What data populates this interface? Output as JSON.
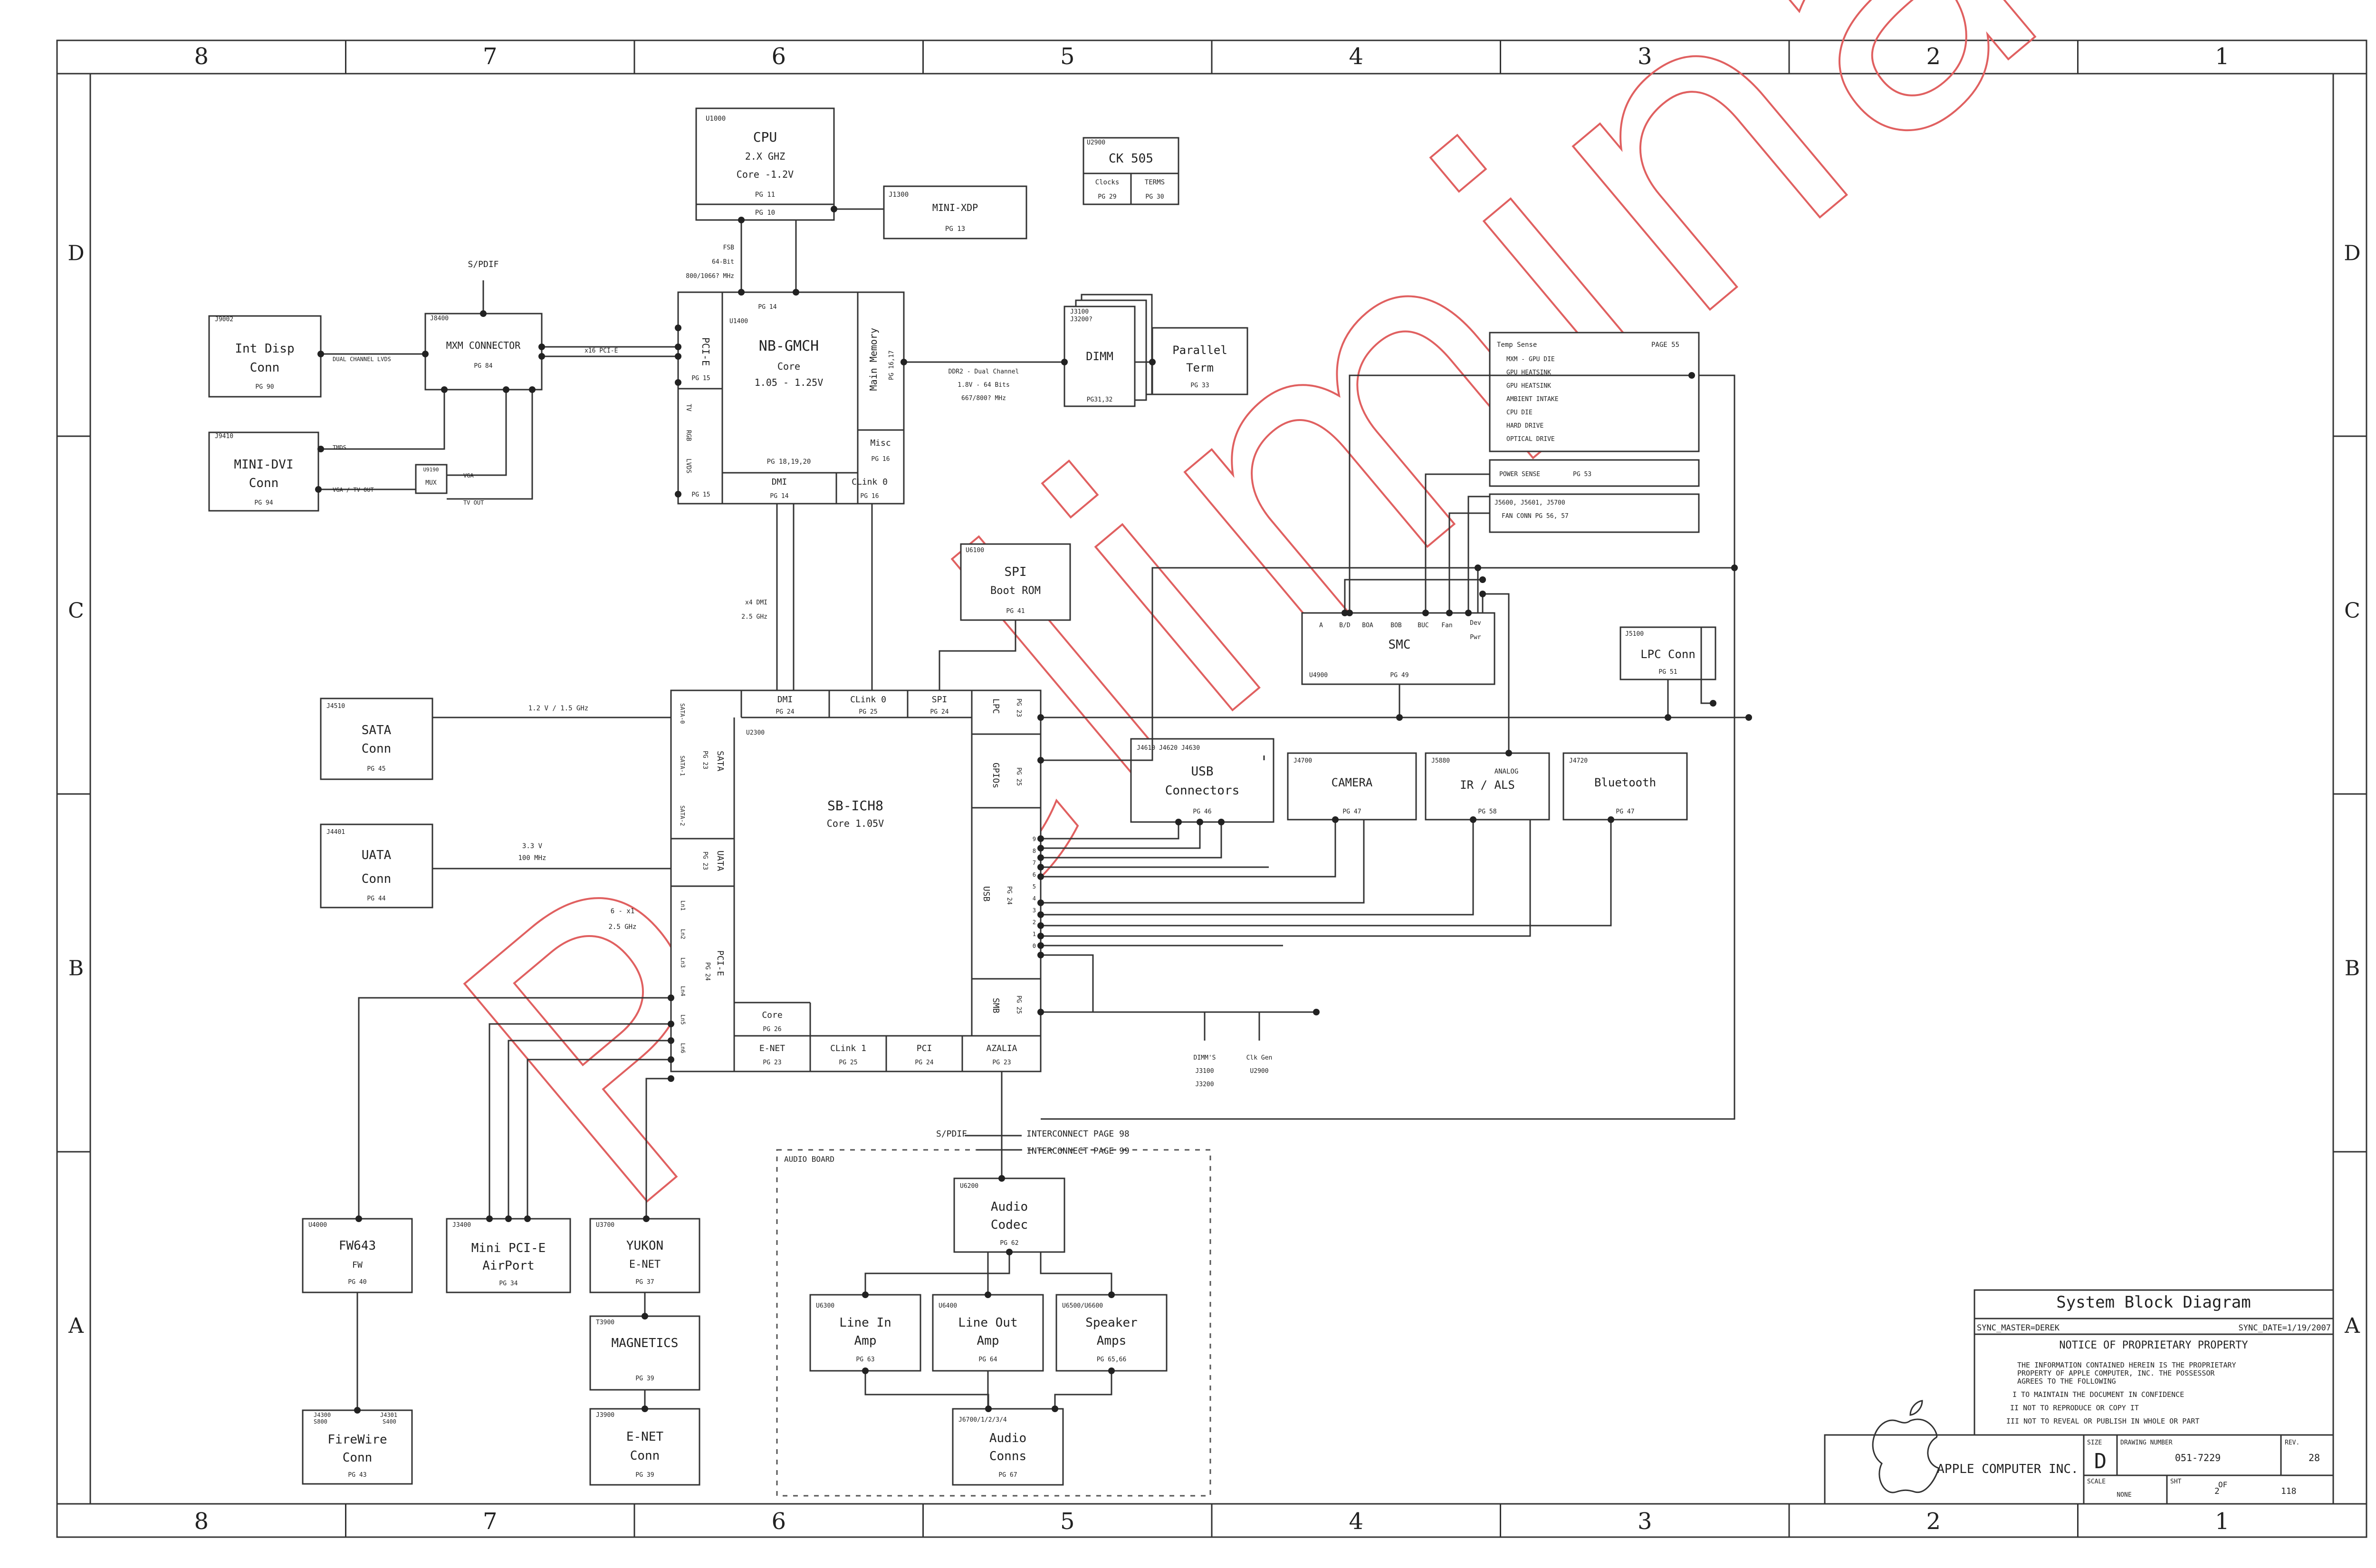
{
  "title": "System Block Diagram",
  "zones": {
    "cols": [
      "8",
      "7",
      "6",
      "5",
      "4",
      "3",
      "2",
      "1"
    ],
    "rows": [
      "D",
      "C",
      "B",
      "A"
    ]
  },
  "watermark": "Preliminary",
  "blocks": {
    "cpu": {
      "ref": "U1000",
      "title": "CPU",
      "line1": "2.X GHZ",
      "line2": "Core -1.2V",
      "pg": "PG 11",
      "pg2": "PG 10"
    },
    "minixdp": {
      "ref": "J1300",
      "title": "MINI-XDP",
      "pg": "PG 13"
    },
    "ck505": {
      "ref": "U2900",
      "title": "CK 505",
      "clocks": "Clocks",
      "terms": "TERMS",
      "pg1": "PG 29",
      "pg2": "PG 30"
    },
    "intdisp": {
      "ref": "J9002",
      "title": "Int Disp",
      "sub": "Conn",
      "pg": "PG 90"
    },
    "minidvi": {
      "ref": "J9410",
      "title": "MINI-DVI",
      "sub": "Conn",
      "pg": "PG 94"
    },
    "mxm": {
      "ref": "J8400",
      "title": "MXM CONNECTOR",
      "pg": "PG 84"
    },
    "mux": {
      "ref": "U9190",
      "title": "MUX"
    },
    "nb": {
      "ref": "U1400",
      "title": "NB-GMCH",
      "line1": "Core",
      "line2": "1.05 - 1.25V",
      "pci": "PCI-E",
      "pci_pg": "PG 15",
      "tv": "TV",
      "rgb": "RGB",
      "lvds": "LVDS",
      "lvds_pg": "PG 15",
      "pgs": "PG 18,19,20",
      "mainmem": "Main Memory",
      "mainmem_pg": "PG 16,17",
      "misc": "Misc",
      "misc_pg": "PG 16",
      "dmi": "DMI",
      "dmi_pg": "PG 14",
      "clink": "CLink 0",
      "clink_pg": "PG 16",
      "top_pg": "PG 14"
    },
    "dimm": {
      "ref": "J3100",
      "ref2": "J3200?",
      "title": "DIMM",
      "pg": "PG31,32"
    },
    "parallel": {
      "title": "Parallel",
      "sub": "Term",
      "pg": "PG 33"
    },
    "tempsense": {
      "title": "Temp Sense",
      "page": "PAGE 55",
      "items": [
        "MXM - GPU DIE",
        "GPU HEATSINK",
        "GPU HEATSINK",
        "AMBIENT INTAKE",
        "CPU DIE",
        "HARD DRIVE",
        "OPTICAL DRIVE"
      ]
    },
    "powersense": {
      "title": "POWER SENSE",
      "pg": "PG 53"
    },
    "fanconn": {
      "line1": "J5600, J5601, J5700",
      "line2": "FAN CONN PG 56, 57"
    },
    "spiboot": {
      "ref": "U6100",
      "title": "SPI",
      "sub": "Boot ROM",
      "pg": "PG 41"
    },
    "smc": {
      "ref": "U4900",
      "title": "SMC",
      "pg": "PG 49",
      "pins": [
        "A",
        "B/D",
        "BOA",
        "BOB",
        "BUC",
        "Fan",
        "Dev",
        "Pwr"
      ]
    },
    "lpcconn": {
      "ref": "J5100",
      "title": "LPC Conn",
      "pg": "PG 51"
    },
    "sata": {
      "ref": "J4510",
      "title": "SATA",
      "sub": "Conn",
      "pg": "PG 45"
    },
    "uata": {
      "ref": "J4401",
      "title": "UATA",
      "sub": "Conn",
      "pg": "PG 44"
    },
    "sb": {
      "ref": "U2300",
      "title": "SB-ICH8",
      "line1": "Core 1.05V",
      "dmi": "DMI",
      "dmi_pg": "PG 24",
      "clink0": "CLink 0",
      "clink0_pg": "PG 25",
      "spi": "SPI",
      "spi_pg": "PG 24",
      "lpc": "LPC",
      "lpc_pg": "PG 23",
      "gpios": "GPIOs",
      "gpios_pg": "PG 25",
      "usb": "USB",
      "usb_pg": "PG 24",
      "smb": "SMB",
      "smb_pg": "PG 25",
      "sata": "SATA",
      "sata_pg": "PG 23",
      "sata0": "SATA-0",
      "sata1": "SATA-1",
      "sata2": "SATA-2",
      "uata": "UATA",
      "uata_pg": "PG 23",
      "pcie": "PCI-E",
      "pcie_pg": "PG 24",
      "lanes": [
        "Ln1",
        "Ln2",
        "Ln3",
        "Ln4",
        "Ln5",
        "Ln6"
      ],
      "core": "Core",
      "core_pg": "PG 26",
      "enet": "E-NET",
      "enet_pg": "PG 23",
      "clink1": "CLink 1",
      "clink1_pg": "PG 25",
      "pci": "PCI",
      "pci_pg": "PG 24",
      "azalia": "AZALIA",
      "azalia_pg": "PG 23"
    },
    "usbconn": {
      "refs": "J4610  J4620  J4630",
      "title": "USB",
      "sub": "Connectors",
      "pg": "PG 46"
    },
    "camera": {
      "ref": "J4700",
      "title": "CAMERA",
      "pg": "PG 47"
    },
    "irals": {
      "ref": "J5880",
      "title": "IR / ALS",
      "analog": "ANALOG",
      "pg": "PG 58"
    },
    "bluetooth": {
      "ref": "J4720",
      "title": "Bluetooth",
      "pg": "PG 47"
    },
    "fw643": {
      "ref": "U4000",
      "title": "FW643",
      "sub": "FW",
      "pg": "PG 40"
    },
    "minipcie": {
      "ref": "J3400",
      "title": "Mini PCI-E",
      "sub": "AirPort",
      "pg": "PG 34"
    },
    "yukon": {
      "ref": "U3700",
      "title": "YUKON",
      "sub": "E-NET",
      "pg": "PG 37"
    },
    "magnetics": {
      "ref": "T3900",
      "title": "MAGNETICS",
      "pg": "PG 39"
    },
    "enetconn": {
      "ref": "J3900",
      "title": "E-NET",
      "sub": "Conn",
      "pg": "PG 39"
    },
    "firewire": {
      "ref": "J4300",
      "ref2": "J4301",
      "ref3": "S800",
      "ref4": "S400",
      "title": "FireWire",
      "sub": "Conn",
      "pg": "PG 43"
    },
    "codec": {
      "ref": "U6200",
      "title": "Audio",
      "sub": "Codec",
      "pg": "PG 62"
    },
    "linein": {
      "ref": "U6300",
      "title": "Line In",
      "sub": "Amp",
      "pg": "PG 63"
    },
    "lineout": {
      "ref": "U6400",
      "title": "Line Out",
      "sub": "Amp",
      "pg": "PG 64"
    },
    "speaker": {
      "ref": "U6500/U6600",
      "title": "Speaker",
      "sub": "Amps",
      "pg": "PG 65,66"
    },
    "audioconns": {
      "ref": "J6700/1/2/3/4",
      "title": "Audio",
      "sub": "Conns",
      "pg": "PG 67"
    }
  },
  "labels": {
    "fsb1": "FSB",
    "fsb2": "64-Bit",
    "fsb3": "800/1066? MHz",
    "spdif": "S/PDIF",
    "dual_lvds": "DUAL CHANNEL LVDS",
    "x16": "x16 PCI-E",
    "tmds": "TMDS",
    "vga": "VGA",
    "vga_tv": "VGA / TV OUT",
    "tv_out": "TV OUT",
    "ddr1": "DDR2 - Dual Channel",
    "ddr2": "1.8V - 64 Bits",
    "ddr3": "667/800? MHz",
    "x4dmi": "x4 DMI",
    "x4dmi2": "2.5 GHz",
    "sata_speed": "1.2 V / 1.5 GHz",
    "uata1": "3.3 V",
    "uata2": "100 MHz",
    "pcie1": "6 - x1",
    "pcie2": "2.5 GHz",
    "dimms": "DIMM'S",
    "dimms2": "J3100",
    "dimms3": "J3200",
    "clkgen": "Clk Gen",
    "clkgen2": "U2900",
    "spdif2": "S/PDIF",
    "ic98": "INTERCONNECT PAGE 98",
    "ic99": "INTERCONNECT PAGE 99",
    "audioboard": "AUDIO BOARD",
    "usbnums": [
      "0",
      "1",
      "2",
      "3",
      "4",
      "5",
      "6",
      "7",
      "8",
      "9"
    ]
  },
  "titleblock": {
    "title": "System Block Diagram",
    "sync_master": "SYNC_MASTER=DEREK",
    "sync_date": "SYNC_DATE=1/19/2007",
    "notice": "NOTICE OF PROPRIETARY PROPERTY",
    "para1": "THE INFORMATION CONTAINED HEREIN IS THE PROPRIETARY",
    "para2": "PROPERTY OF APPLE COMPUTER, INC. THE POSSESSOR",
    "para3": "AGREES TO THE FOLLOWING",
    "i1": "I TO MAINTAIN THE DOCUMENT IN CONFIDENCE",
    "i2": "II NOT TO REPRODUCE OR COPY IT",
    "i3": "III NOT TO REVEAL OR PUBLISH IN WHOLE OR PART",
    "company": "APPLE COMPUTER INC.",
    "size_lbl": "SIZE",
    "size": "D",
    "dwg_lbl": "DRAWING NUMBER",
    "dwg": "051-7229",
    "rev_lbl": "REV.",
    "rev": "28",
    "scale_lbl": "SCALE",
    "scale": "NONE",
    "sht_lbl": "SHT",
    "sht": "2",
    "of_lbl": "OF",
    "of": "118"
  }
}
